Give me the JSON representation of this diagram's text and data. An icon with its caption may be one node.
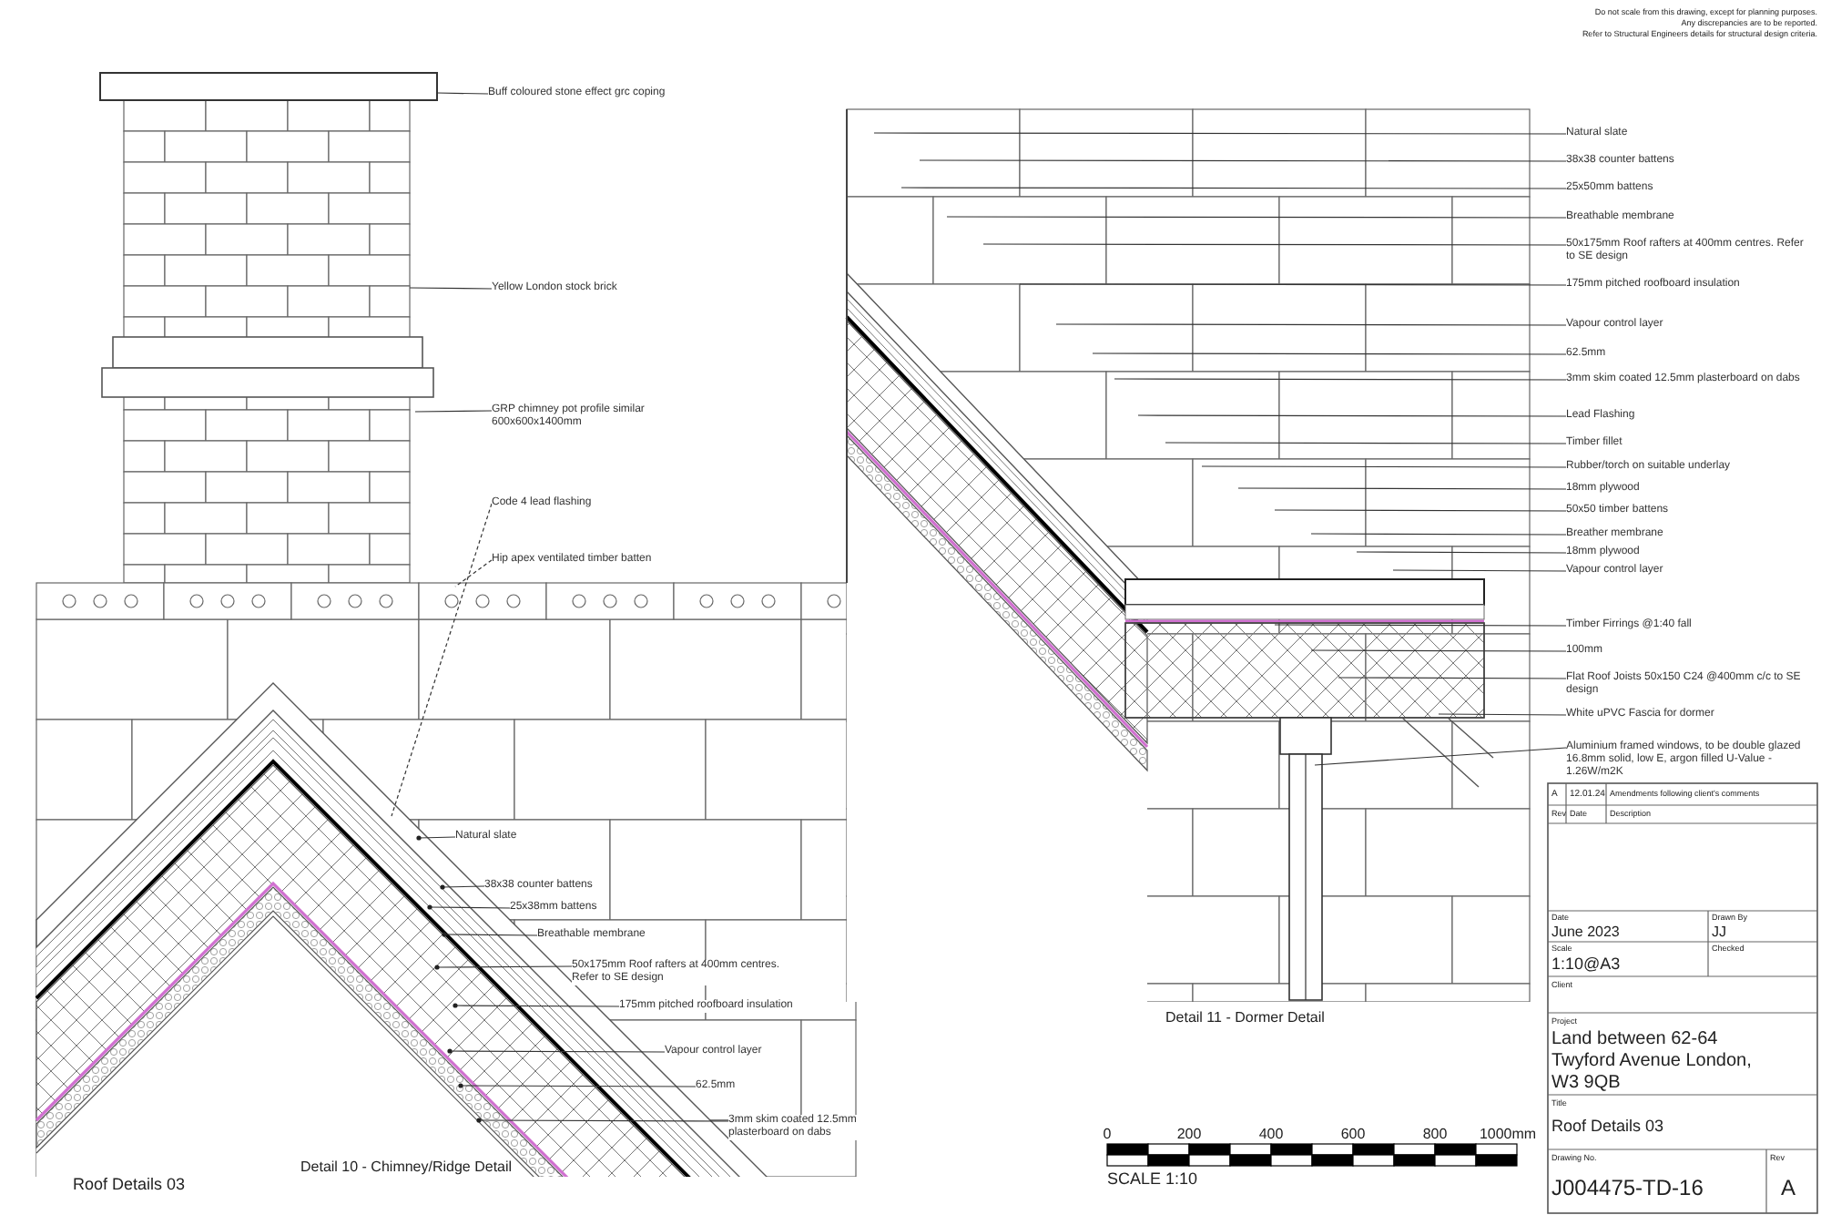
{
  "diagram": {
    "nodes": [
      {
        "text": [
          "Buff coloured stone effect grc coping"
        ]
      },
      {
        "text": [
          "Yellow London stock brick"
        ]
      },
      {
        "text": [
          "GRP chimney pot profile similar 600x600x1400mm"
        ]
      },
      {
        "text": [
          "Code 4 lead flashing"
        ]
      },
      {
        "text": [
          "Hip apex ventilated timber batten"
        ]
      },
      {
        "text": [
          "Natural slate"
        ]
      },
      {
        "text": [
          "38x38 counter battens"
        ]
      },
      {
        "text": [
          "25x38mm battens"
        ]
      },
      {
        "text": [
          "Breathable membrane"
        ]
      },
      {
        "text": [
          "50x175mm Roof rafters at 400mm centres. Refer to SE design"
        ]
      },
      {
        "text": [
          "175mm pitched roofboard insulation"
        ]
      },
      {
        "text": [
          "Vapour control layer"
        ]
      },
      {
        "text": [
          "62.5mm"
        ]
      },
      {
        "text": [
          "3mm skim coated 12.5mm plasterboard on dabs"
        ]
      },
      {
        "text": [
          "Natural slate"
        ]
      },
      {
        "text": [
          "38x38 counter battens"
        ]
      },
      {
        "text": [
          "25x50mm battens"
        ]
      },
      {
        "text": [
          "Breathable membrane"
        ]
      },
      {
        "text": [
          "50x175mm Roof rafters at 400mm centres. Refer to SE design"
        ]
      },
      {
        "text": [
          "175mm pitched roofboard insulation"
        ]
      },
      {
        "text": [
          "Vapour control layer"
        ]
      },
      {
        "text": [
          "62.5mm"
        ]
      },
      {
        "text": [
          "3mm skim coated 12.5mm plasterboard on dabs"
        ]
      },
      {
        "text": [
          "Lead Flashing"
        ]
      },
      {
        "text": [
          "Timber fillet"
        ]
      },
      {
        "text": [
          "Rubber/torch on suitable underlay"
        ]
      },
      {
        "text": [
          "18mm plywood"
        ]
      },
      {
        "text": [
          "50x50 timber battens"
        ]
      },
      {
        "text": [
          "Breather membrane"
        ]
      },
      {
        "text": [
          "18mm plywood"
        ]
      },
      {
        "text": [
          "Vapour control layer"
        ]
      },
      {
        "text": [
          "Timber Firrings @1:40 fall"
        ]
      },
      {
        "text": [
          "100mm"
        ]
      },
      {
        "text": [
          "Flat Roof Joists 50x150 C24 @400mm c/c to SE design"
        ]
      },
      {
        "text": [
          "White uPVC Fascia for dormer"
        ]
      },
      {
        "text": [
          "Aluminium framed windows, to be double glazed 16.8mm solid, low E, argon filled U-Value - 1.26W/m2K"
        ]
      }
    ],
    "edges": [
      {
        "from": 0,
        "to": null,
        "arrow": "none"
      },
      {
        "from": 1,
        "to": null,
        "arrow": "none"
      },
      {
        "from": 2,
        "to": null,
        "arrow": "none"
      },
      {
        "from": 3,
        "to": null,
        "arrow": "none",
        "style": "dashed"
      },
      {
        "from": 4,
        "to": null,
        "arrow": "none",
        "style": "dashed"
      },
      {
        "from": 5,
        "to": null,
        "arrow": "other"
      },
      {
        "from": 6,
        "to": null,
        "arrow": "other"
      },
      {
        "from": 7,
        "to": null,
        "arrow": "other"
      },
      {
        "from": 8,
        "to": null,
        "arrow": "other"
      },
      {
        "from": 9,
        "to": null,
        "arrow": "other"
      },
      {
        "from": 10,
        "to": null,
        "arrow": "other"
      },
      {
        "from": 11,
        "to": null,
        "arrow": "other"
      },
      {
        "from": 12,
        "to": null,
        "arrow": "other"
      },
      {
        "from": 13,
        "to": null,
        "arrow": "other"
      },
      {
        "from": 14,
        "to": null,
        "arrow": "none"
      },
      {
        "from": 15,
        "to": null,
        "arrow": "none"
      },
      {
        "from": 16,
        "to": null,
        "arrow": "none"
      },
      {
        "from": 17,
        "to": null,
        "arrow": "none"
      },
      {
        "from": 18,
        "to": null,
        "arrow": "none"
      },
      {
        "from": 19,
        "to": null,
        "arrow": "none"
      },
      {
        "from": 20,
        "to": null,
        "arrow": "none"
      },
      {
        "from": 21,
        "to": null,
        "arrow": "none"
      },
      {
        "from": 22,
        "to": null,
        "arrow": "none"
      },
      {
        "from": 23,
        "to": null,
        "arrow": "none"
      },
      {
        "from": 24,
        "to": null,
        "arrow": "none"
      },
      {
        "from": 25,
        "to": null,
        "arrow": "none"
      },
      {
        "from": 26,
        "to": null,
        "arrow": "none"
      },
      {
        "from": 27,
        "to": null,
        "arrow": "none"
      },
      {
        "from": 28,
        "to": null,
        "arrow": "none"
      },
      {
        "from": 29,
        "to": null,
        "arrow": "none"
      },
      {
        "from": 30,
        "to": null,
        "arrow": "none"
      },
      {
        "from": 31,
        "to": null,
        "arrow": "none"
      },
      {
        "from": 32,
        "to": null,
        "arrow": "none"
      },
      {
        "from": 33,
        "to": null,
        "arrow": "none"
      },
      {
        "from": 34,
        "to": null,
        "arrow": "none"
      },
      {
        "from": 35,
        "to": null,
        "arrow": "none"
      }
    ],
    "labels": [
      "Do not scale from this drawing, except for planning purposes.",
      "Any discrepancies are to be reported.",
      "Refer to Structural Engineers details for structural design criteria.",
      "Detail 11 - Dormer Detail",
      "A",
      "12.01.24",
      "Amendments following client's comments",
      "Rev",
      "Date",
      "Description",
      "Date",
      "June 2023",
      "Drawn By",
      "JJ",
      "Scale",
      "1:10@A3",
      "Checked",
      "Client",
      "Project",
      "Land between 62-64 Twyford Avenue London, W3 9QB",
      "Title",
      "Roof Details 03",
      "Drawing No.",
      "Rev",
      "J004475-TD-16",
      "A",
      "0",
      "200",
      "400",
      "600",
      "800",
      "1000mm",
      "Detail 10 - Chimney/Ridge Detail",
      "Roof Details 03",
      "SCALE 1:10"
    ]
  }
}
